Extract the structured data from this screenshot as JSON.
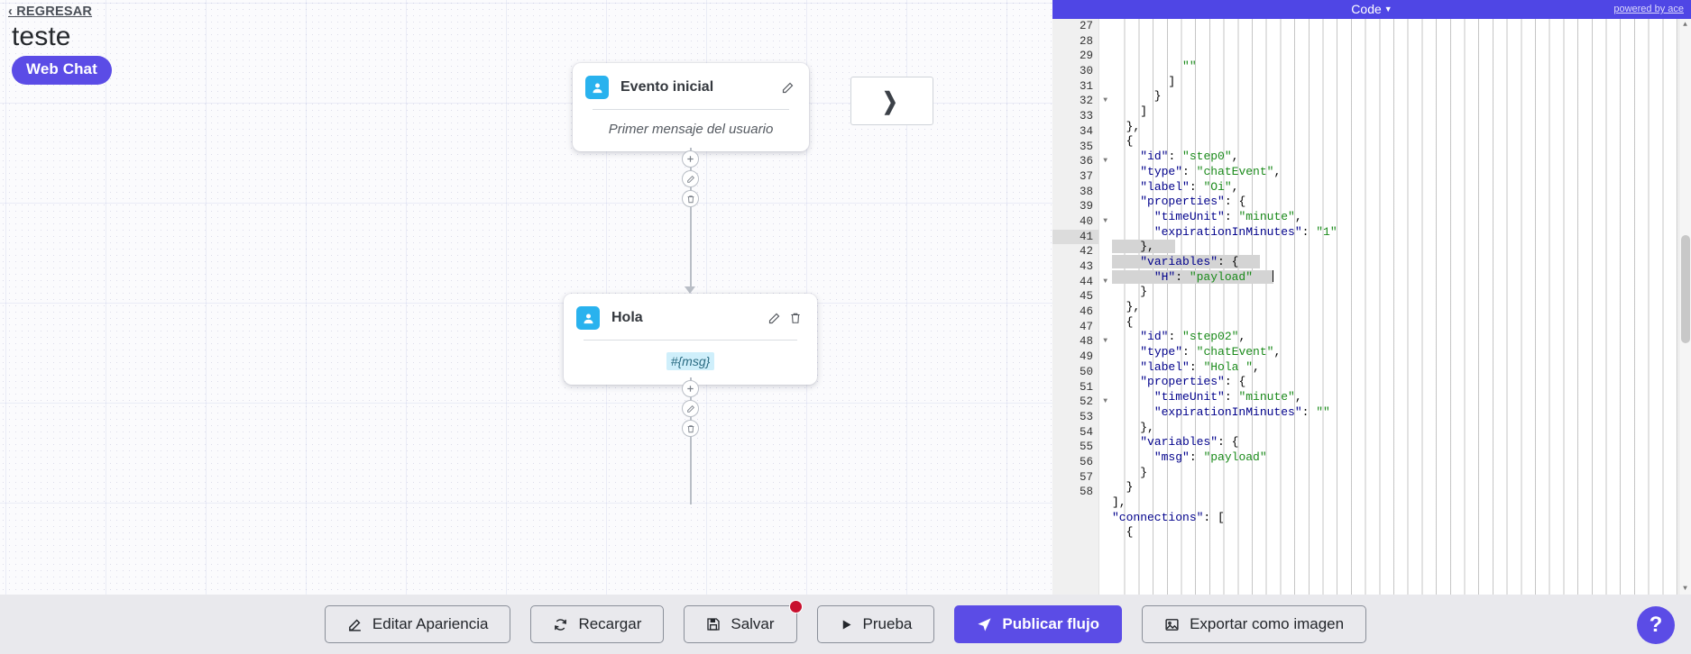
{
  "canvas": {
    "back_link": "‹ REGRESAR",
    "bot_title": "teste",
    "channel_badge": "Web Chat",
    "nodes": [
      {
        "id": "initial",
        "icon": "user-icon",
        "title": "Evento inicial",
        "body": "Primer mensaje del usuario",
        "edit_icon": "pencil-icon"
      },
      {
        "id": "hola",
        "icon": "user-icon",
        "title": "Hola",
        "body": "#{msg}",
        "edit_icon": "pencil-icon",
        "delete_icon": "trash-icon"
      }
    ],
    "connector_icons": [
      "plus-icon",
      "pencil-icon",
      "trash-icon"
    ]
  },
  "code_panel": {
    "title": "Code",
    "caret_icon": "chevron-down-icon",
    "powered_by": "powered by ace",
    "collapse_icon": "chevron-right-icon",
    "scroll_up_icon": "triangle-up-icon",
    "scroll_down_icon": "triangle-down-icon",
    "active_line": 41,
    "selected_lines": [
      39,
      40,
      41
    ],
    "fold_lines": [
      32,
      36,
      40,
      44,
      48,
      52
    ],
    "lines": [
      {
        "n": 27,
        "text": "          \"\""
      },
      {
        "n": 28,
        "text": "        ]"
      },
      {
        "n": 29,
        "text": "      }"
      },
      {
        "n": 30,
        "text": "    ]"
      },
      {
        "n": 31,
        "text": "  },"
      },
      {
        "n": 32,
        "text": "  {"
      },
      {
        "n": 33,
        "text": "    \"id\": \"step0\","
      },
      {
        "n": 34,
        "text": "    \"type\": \"chatEvent\","
      },
      {
        "n": 35,
        "text": "    \"label\": \"Oi\","
      },
      {
        "n": 36,
        "text": "    \"properties\": {"
      },
      {
        "n": 37,
        "text": "      \"timeUnit\": \"minute\","
      },
      {
        "n": 38,
        "text": "      \"expirationInMinutes\": \"1\""
      },
      {
        "n": 39,
        "text": "    },"
      },
      {
        "n": 40,
        "text": "    \"variables\": {"
      },
      {
        "n": 41,
        "text": "      \"H\": \"payload\""
      },
      {
        "n": 42,
        "text": "    }"
      },
      {
        "n": 43,
        "text": "  },"
      },
      {
        "n": 44,
        "text": "  {"
      },
      {
        "n": 45,
        "text": "    \"id\": \"step02\","
      },
      {
        "n": 46,
        "text": "    \"type\": \"chatEvent\","
      },
      {
        "n": 47,
        "text": "    \"label\": \"Hola \","
      },
      {
        "n": 48,
        "text": "    \"properties\": {"
      },
      {
        "n": 49,
        "text": "      \"timeUnit\": \"minute\","
      },
      {
        "n": 50,
        "text": "      \"expirationInMinutes\": \"\""
      },
      {
        "n": 51,
        "text": "    },"
      },
      {
        "n": 52,
        "text": "    \"variables\": {"
      },
      {
        "n": 53,
        "text": "      \"msg\": \"payload\""
      },
      {
        "n": 54,
        "text": "    }"
      },
      {
        "n": 55,
        "text": "  }"
      },
      {
        "n": 56,
        "text": "],"
      },
      {
        "n": 57,
        "text": "\"connections\": ["
      },
      {
        "n": 58,
        "text": "  {"
      }
    ]
  },
  "toolbar": {
    "buttons": [
      {
        "label": "Editar Apariencia",
        "icon": "edit-square-icon",
        "primary": false,
        "badge": false
      },
      {
        "label": "Recargar",
        "icon": "refresh-icon",
        "primary": false,
        "badge": false
      },
      {
        "label": "Salvar",
        "icon": "save-disk-icon",
        "primary": false,
        "badge": true
      },
      {
        "label": "Prueba",
        "icon": "play-icon",
        "primary": false,
        "badge": false
      },
      {
        "label": "Publicar flujo",
        "icon": "send-icon",
        "primary": true,
        "badge": false
      },
      {
        "label": "Exportar como imagen",
        "icon": "image-icon",
        "primary": false,
        "badge": false
      }
    ],
    "help_label": "?",
    "help_icon": "question-mark-icon"
  },
  "colors": {
    "brand_purple": "#5b4ce6",
    "node_icon_blue": "#29b2ee",
    "badge_red": "#c8102e",
    "code_string_green": "#1a8a1a",
    "code_key_blue": "#00008b"
  }
}
